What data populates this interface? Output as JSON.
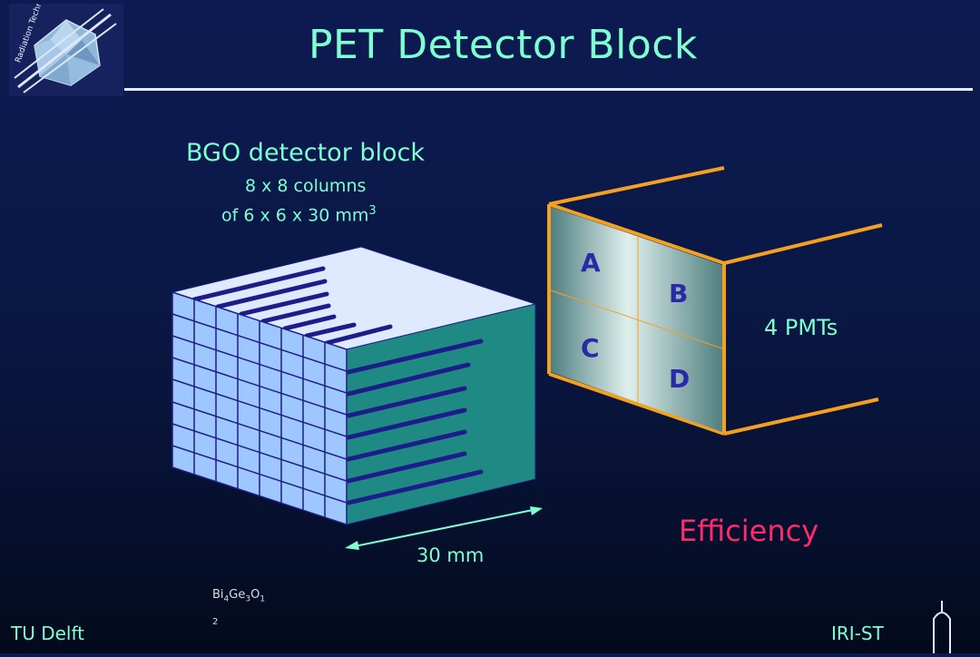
{
  "slide": {
    "title": "PET Detector Block",
    "footer_left": "TU Delft",
    "footer_right": "IRI-ST",
    "logo_text": "Radiation Technology"
  },
  "block": {
    "title": "BGO detector block",
    "subtitle_line1": "8 x 8 columns",
    "subtitle_line2": "of 6 x 6 x 30 mm",
    "subtitle_sup": "3",
    "dimension_label": "30 mm",
    "formula": {
      "bi": "Bi",
      "bi_sub": "4",
      "ge": "Ge",
      "ge_sub": "3",
      "o": "O",
      "o_sub": "1",
      "wrap": "2"
    }
  },
  "pmt": {
    "label": "4 PMTs",
    "quadrants": [
      "A",
      "B",
      "C",
      "D"
    ]
  },
  "efficiency_label": "Efficiency",
  "colors": {
    "title": "#7fffd0",
    "efficiency": "#ff2a6a",
    "orange_frame": "#f5a020",
    "crystal_face": "#9fc7ff",
    "crystal_side": "#1f8a84",
    "quadrant_label": "#2a2aa8"
  }
}
